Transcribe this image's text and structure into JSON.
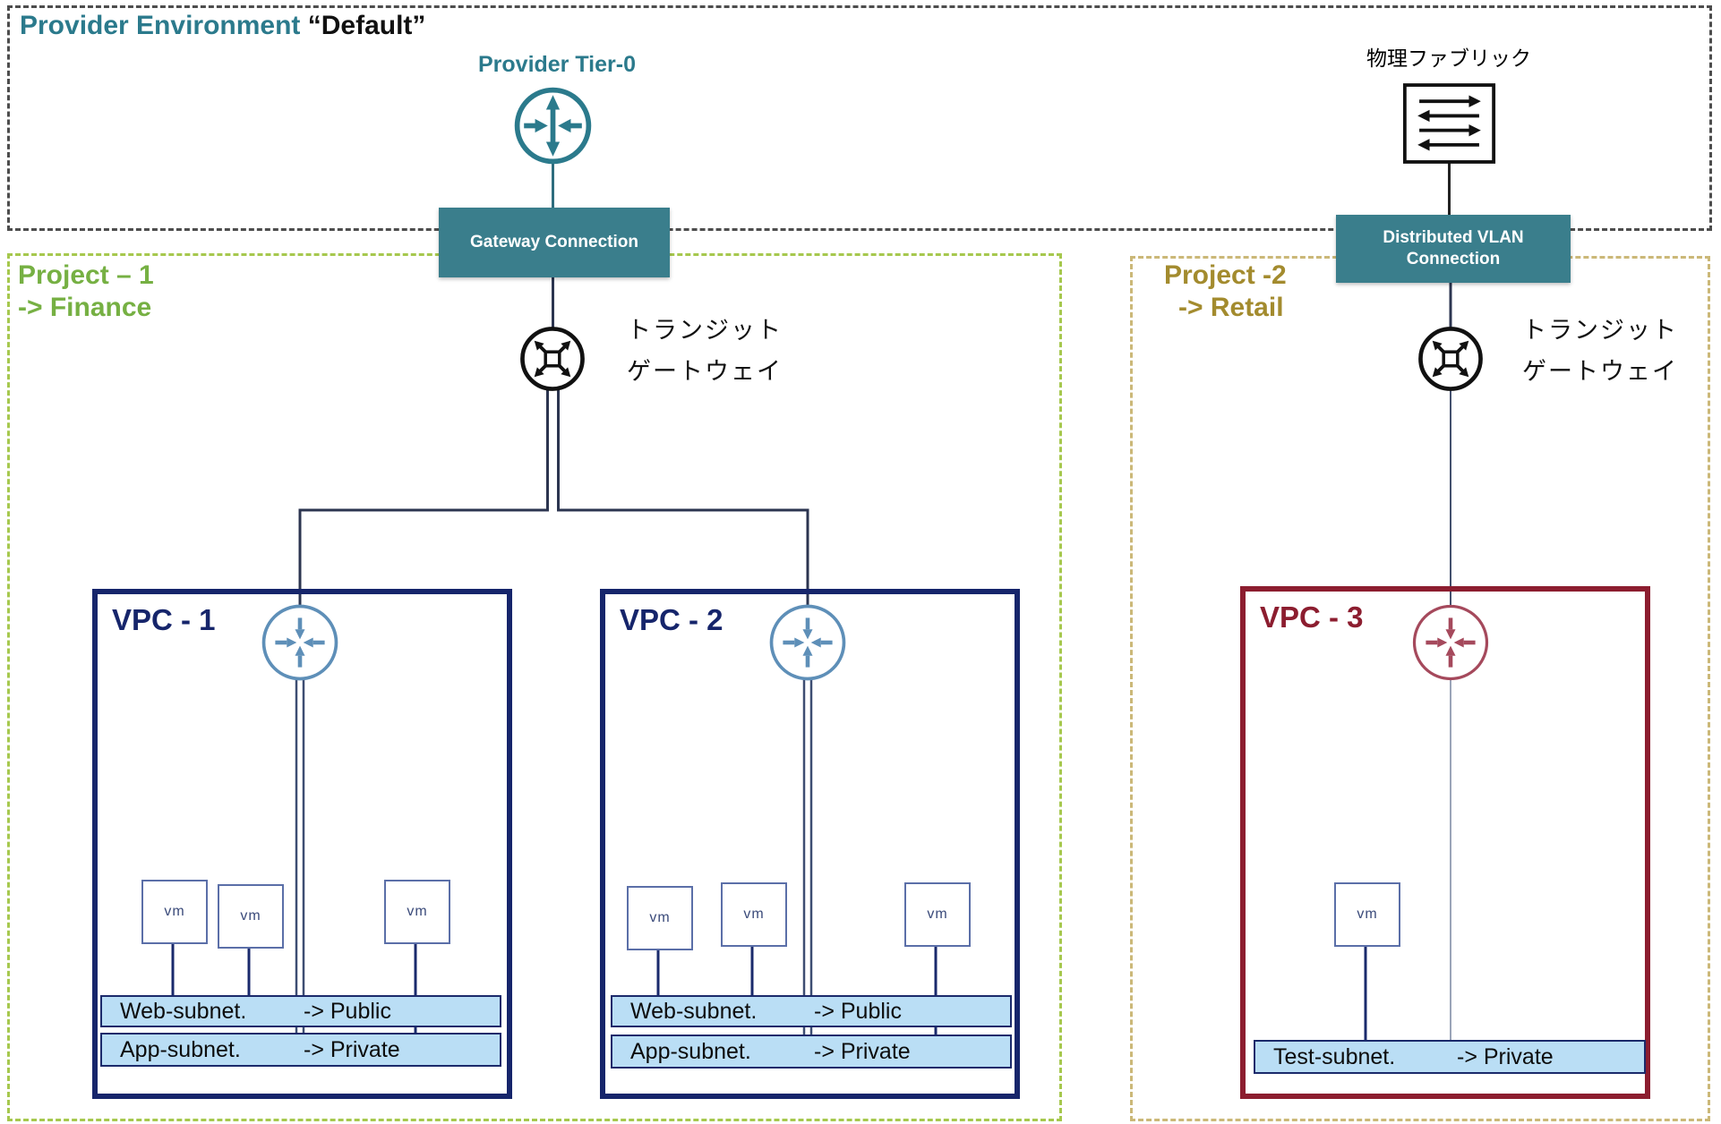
{
  "provider": {
    "title": "Provider Environment",
    "env_name": "“Default”",
    "tier0_label": "Provider Tier-0",
    "fabric_label": "物理ファブリック"
  },
  "connections": {
    "gateway": "Gateway Connection",
    "dvlan_line1": "Distributed VLAN",
    "dvlan_line2": "Connection"
  },
  "project1": {
    "title": "Project – 1",
    "subtitle": "-> Finance",
    "transit_line1": "トランジット",
    "transit_line2": "ゲートウェイ"
  },
  "project2": {
    "title": "Project -2",
    "subtitle": "-> Retail",
    "transit_line1": "トランジット",
    "transit_line2": "ゲートウェイ"
  },
  "vpc1": {
    "title": "VPC - 1",
    "vms": [
      "vm",
      "vm",
      "vm"
    ],
    "subnets": [
      {
        "name": "Web-subnet.",
        "type": "-> Public"
      },
      {
        "name": "App-subnet.",
        "type": "-> Private"
      }
    ]
  },
  "vpc2": {
    "title": "VPC - 2",
    "vms": [
      "vm",
      "vm",
      "vm"
    ],
    "subnets": [
      {
        "name": "Web-subnet.",
        "type": "-> Public"
      },
      {
        "name": "App-subnet.",
        "type": "-> Private"
      }
    ]
  },
  "vpc3": {
    "title": "VPC - 3",
    "vms": [
      "vm"
    ],
    "subnets": [
      {
        "name": "Test-subnet.",
        "type": "-> Private"
      }
    ]
  },
  "colors": {
    "teal": "#3a7e8c",
    "navy": "#16256b",
    "dark_red": "#8c1d2f",
    "green": "#76b043",
    "tan": "#a38b2e",
    "subnet_fill": "#badef5"
  }
}
